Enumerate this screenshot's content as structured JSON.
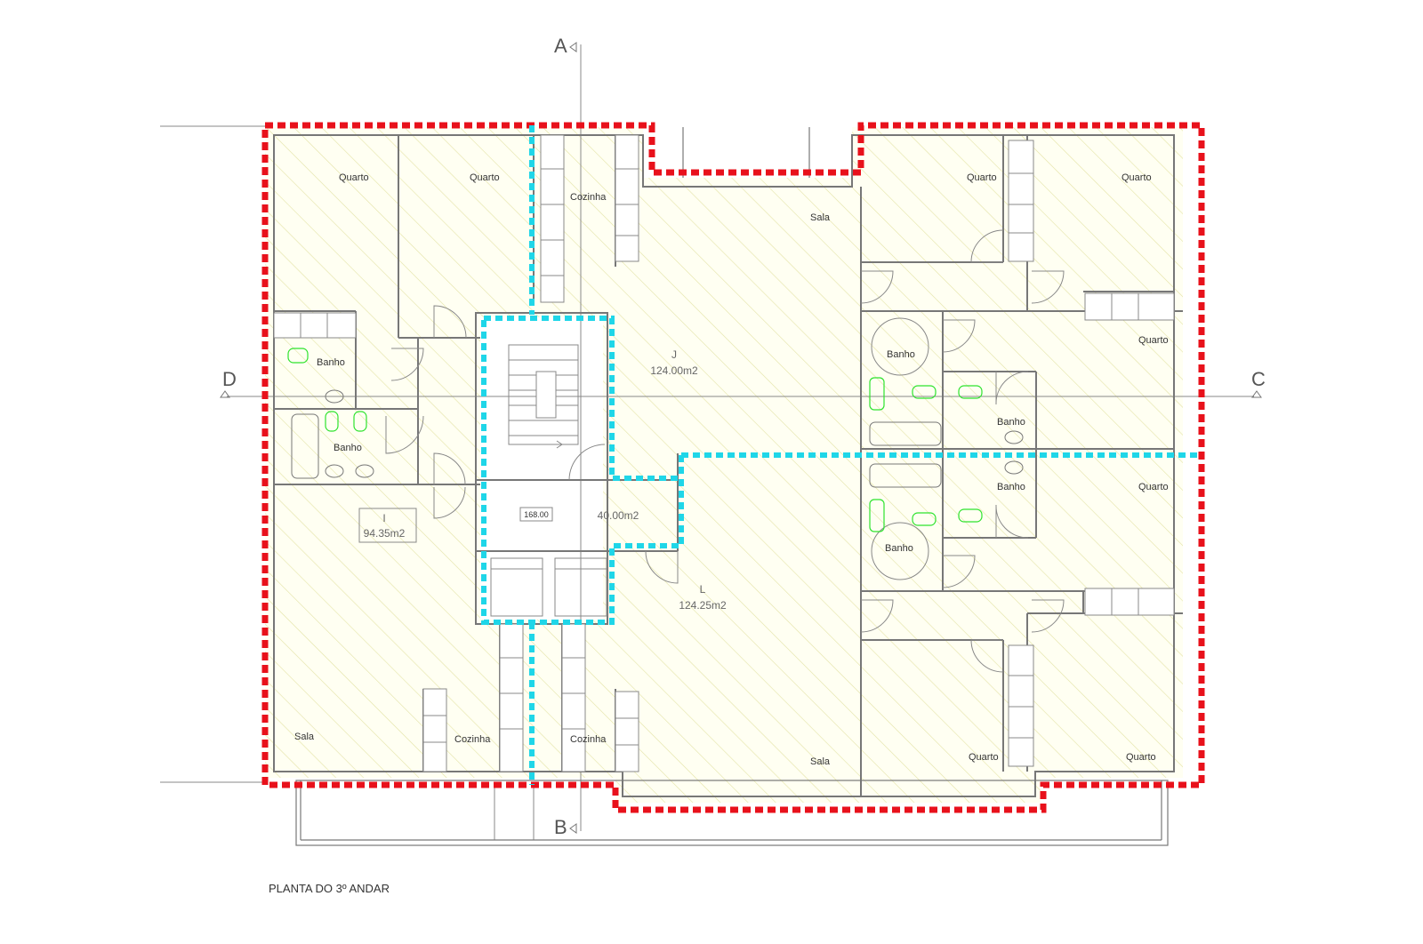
{
  "drawing": {
    "caption": "PLANTA DO 3º ANDAR",
    "section_markers": {
      "a": "A",
      "b": "B",
      "c": "C",
      "d": "D"
    },
    "colors": {
      "outline": "#e8111b",
      "shared": "#1fd6e8",
      "hatch": "#e4e3a6",
      "wall": "#777777",
      "fixtures": "#2ee32e"
    }
  },
  "units": {
    "i": {
      "name": "I",
      "area": "94.35m2"
    },
    "j": {
      "name": "J",
      "area": "124.00m2"
    },
    "l": {
      "name": "L",
      "area": "124.25m2"
    },
    "core": {
      "code": "168.00",
      "area": "40.00m2"
    }
  },
  "rooms": {
    "quarto": "Quarto",
    "cozinha": "Cozinha",
    "sala": "Sala",
    "banho": "Banho"
  }
}
